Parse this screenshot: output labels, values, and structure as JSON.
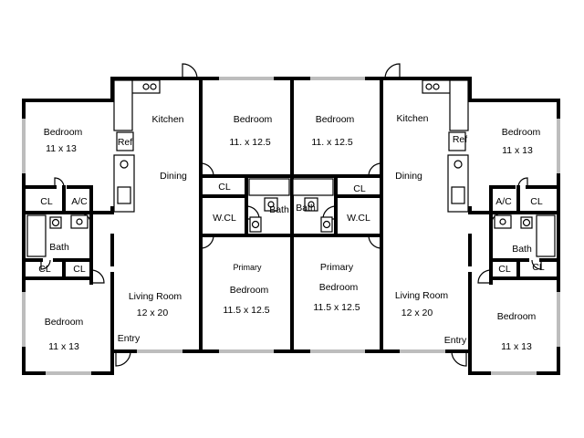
{
  "rooms": {
    "l_kitchen": "Kitchen",
    "l_ref": "Ref",
    "l_dining": "Dining",
    "l_bed_top_name": "Bedroom",
    "l_bed_top_size": "11 x 13",
    "l_cl1": "CL",
    "l_ac": "A/C",
    "l_bath": "Bath",
    "l_cl2": "CL",
    "l_cl3": "CL",
    "l_bed_bot_name": "Bedroom",
    "l_bed_bot_size": "11 x 13",
    "l_living_name": "Living Room",
    "l_living_size": "12 x 20",
    "l_entry": "Entry",
    "l_bed2_name": "Bedroom",
    "l_bed2_size": "11. x 12.5",
    "l_cl_mid": "CL",
    "l_wcl": "W.CL",
    "l_bath_mid": "Bath",
    "l_primary_tag": "Primary",
    "l_primary_name": "Bedroom",
    "l_primary_size": "11.5 x 12.5",
    "r_bed2_name": "Bedroom",
    "r_bed2_size": "11. x 12.5",
    "r_bath_mid": "Bath",
    "r_cl_mid": "CL",
    "r_wcl": "W.CL",
    "r_primary_tag": "Primary",
    "r_primary_name": "Bedroom",
    "r_primary_size": "11.5 x 12.5",
    "r_kitchen": "Kitchen",
    "r_ref": "Ref",
    "r_dining": "Dining",
    "r_living_name": "Living Room",
    "r_living_size": "12 x 20",
    "r_entry": "Entry",
    "r_bed_top_name": "Bedroom",
    "r_bed_top_size": "11 x 13",
    "r_ac": "A/C",
    "r_cl1": "CL",
    "r_bath": "Bath",
    "r_cl2": "CL",
    "r_cl3": "CL",
    "r_bed_bot_name": "Bedroom",
    "r_bed_bot_size": "11 x 13"
  }
}
